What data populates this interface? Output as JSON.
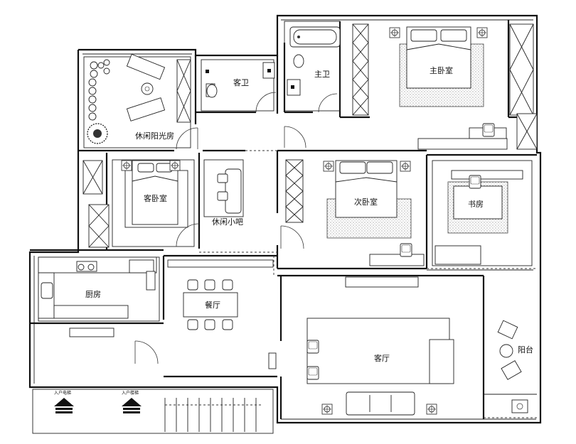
{
  "rooms": {
    "sunroom": "休闲阳光房",
    "guest_bath": "客卫",
    "master_bath": "主卫",
    "master_bedroom": "主卧室",
    "guest_bedroom": "客卧室",
    "bar": "休闲小吧",
    "second_bedroom": "次卧室",
    "study": "书房",
    "kitchen": "厨房",
    "dining": "餐厅",
    "living": "客厅",
    "balcony": "阳台"
  },
  "labels": {
    "elevator": "入户电梯",
    "stairs": "入户楼梯"
  }
}
